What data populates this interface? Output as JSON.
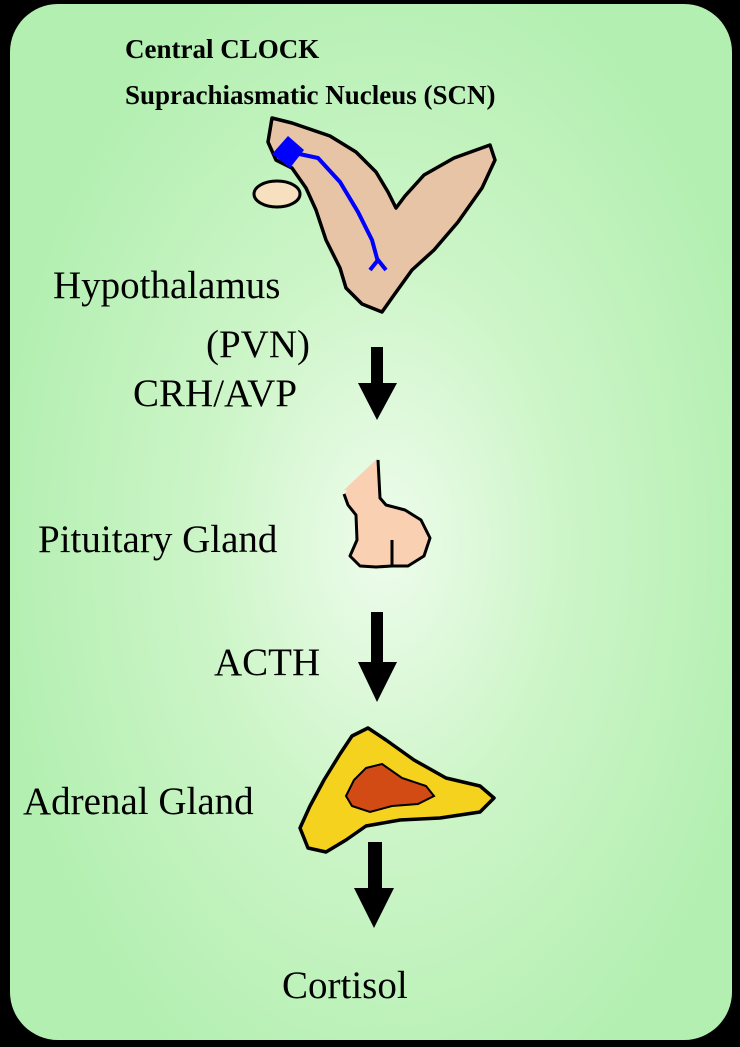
{
  "title": {
    "line1": "Central CLOCK",
    "line2": "Suprachiasmatic Nucleus (SCN)"
  },
  "labels": {
    "hypothalamus": "Hypothalamus",
    "pvn": "(PVN)",
    "crh_avp": "CRH/AVP",
    "pituitary": "Pituitary Gland",
    "acth": "ACTH",
    "adrenal": "Adrenal Gland",
    "cortisol": "Cortisol"
  },
  "colors": {
    "background": "#b2efb0",
    "hypothalamus_fill": "#e8c4a6",
    "scn_tract": "#0000ff",
    "optic_oval": "#f7e0c0",
    "pituitary_fill": "#f9d0b2",
    "adrenal_outer": "#f4d21e",
    "adrenal_inner": "#d24a14",
    "arrow": "#000000"
  }
}
